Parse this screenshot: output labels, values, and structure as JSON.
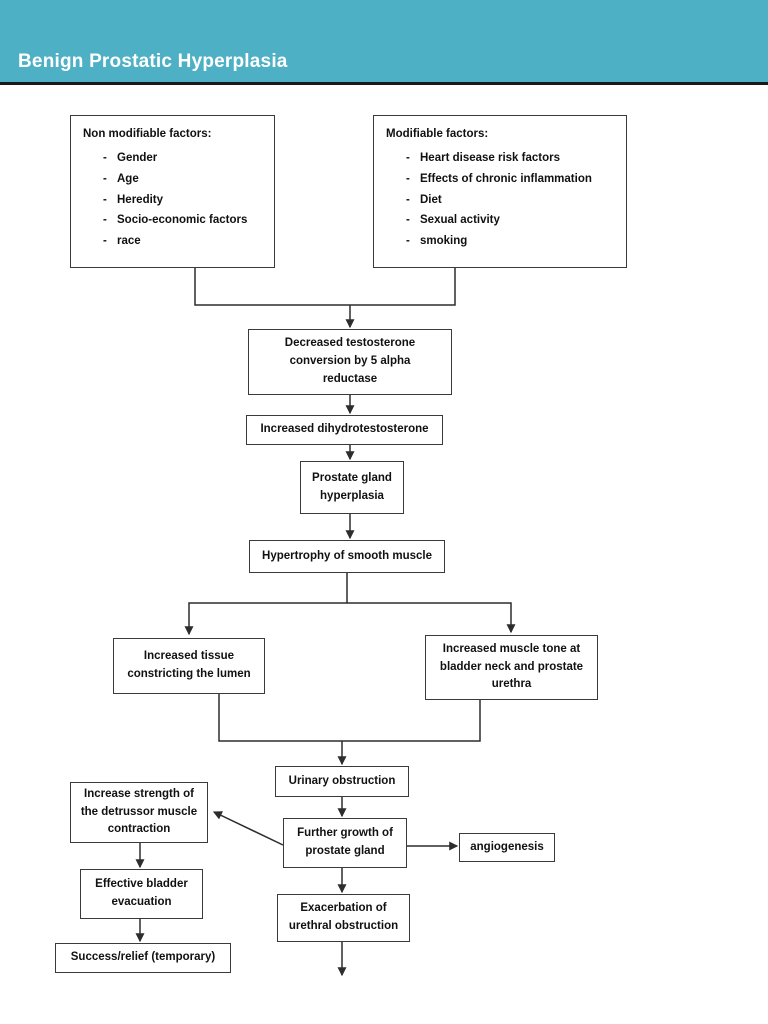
{
  "header": {
    "title": "Benign Prostatic Hyperplasia",
    "background_color": "#4db0c4",
    "text_color": "#ffffff"
  },
  "diagram": {
    "type": "flowchart",
    "line_color": "#3a3a3a",
    "box_fill": "#ffffff",
    "panels": [
      {
        "id": "non-modifiable-factors",
        "title": "Non modifiable factors:",
        "bullet": "-",
        "items": [
          "Gender",
          "Age",
          "Heredity",
          "Socio-economic factors",
          "race"
        ]
      },
      {
        "id": "modifiable-factors",
        "title": "Modifiable factors:",
        "bullet": "-",
        "items": [
          "Heart disease risk factors",
          "Effects of chronic inflammation",
          "Diet",
          "Sexual activity",
          "smoking"
        ]
      }
    ],
    "nodes": [
      {
        "id": "decreased-testosterone",
        "lines": [
          "Decreased testosterone",
          "conversion by 5 alpha",
          "reductase"
        ]
      },
      {
        "id": "increased-dht",
        "lines": [
          "Increased dihydrotestosterone"
        ]
      },
      {
        "id": "prostate-gland-hyperplasia",
        "lines": [
          "Prostate gland",
          "hyperplasia"
        ]
      },
      {
        "id": "hypertrophy-smooth-muscle",
        "lines": [
          "Hypertrophy of smooth muscle"
        ]
      },
      {
        "id": "increased-tissue",
        "lines": [
          "Increased tissue",
          "constricting the lumen"
        ]
      },
      {
        "id": "increased-muscle-tone",
        "lines": [
          "Increased muscle tone at",
          "bladder neck and prostate",
          "urethra"
        ]
      },
      {
        "id": "urinary-obstruction",
        "lines": [
          "Urinary obstruction"
        ]
      },
      {
        "id": "further-growth",
        "lines": [
          "Further growth of",
          "prostate gland"
        ]
      },
      {
        "id": "angiogenesis",
        "lines": [
          "angiogenesis"
        ]
      },
      {
        "id": "increase-detrussor-strength",
        "lines": [
          "Increase strength of",
          "the detrussor muscle",
          "contraction"
        ]
      },
      {
        "id": "effective-bladder-evacuation",
        "lines": [
          "Effective bladder",
          "evacuation"
        ]
      },
      {
        "id": "success-relief",
        "lines": [
          "Success/relief (temporary)"
        ]
      },
      {
        "id": "exacerbation-urethral-obstruction",
        "lines": [
          "Exacerbation of",
          "urethral obstruction"
        ]
      }
    ],
    "edges": [
      {
        "from": "non-modifiable-factors",
        "to": "decreased-testosterone"
      },
      {
        "from": "modifiable-factors",
        "to": "decreased-testosterone"
      },
      {
        "from": "decreased-testosterone",
        "to": "increased-dht"
      },
      {
        "from": "increased-dht",
        "to": "prostate-gland-hyperplasia"
      },
      {
        "from": "prostate-gland-hyperplasia",
        "to": "hypertrophy-smooth-muscle"
      },
      {
        "from": "hypertrophy-smooth-muscle",
        "to": "increased-tissue"
      },
      {
        "from": "hypertrophy-smooth-muscle",
        "to": "increased-muscle-tone"
      },
      {
        "from": "increased-tissue",
        "to": "urinary-obstruction"
      },
      {
        "from": "increased-muscle-tone",
        "to": "urinary-obstruction"
      },
      {
        "from": "urinary-obstruction",
        "to": "further-growth"
      },
      {
        "from": "further-growth",
        "to": "angiogenesis"
      },
      {
        "from": "further-growth",
        "to": "increase-detrussor-strength"
      },
      {
        "from": "further-growth",
        "to": "exacerbation-urethral-obstruction"
      },
      {
        "from": "increase-detrussor-strength",
        "to": "effective-bladder-evacuation"
      },
      {
        "from": "effective-bladder-evacuation",
        "to": "success-relief"
      },
      {
        "from": "exacerbation-urethral-obstruction",
        "to": "(continues off page)"
      }
    ]
  }
}
